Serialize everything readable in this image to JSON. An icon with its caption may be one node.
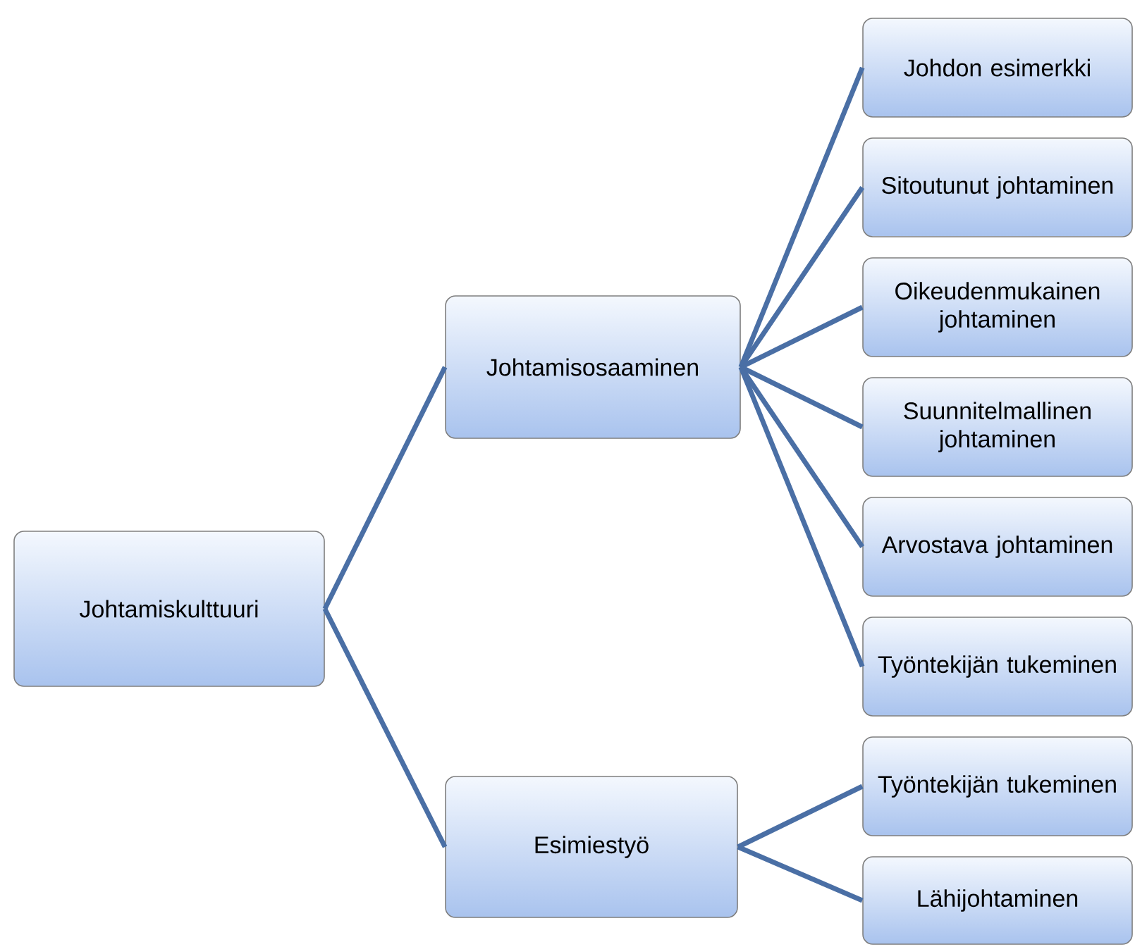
{
  "diagram": {
    "nodes": [
      {
        "text": [
          "Johtamiskulttuuri"
        ]
      },
      {
        "text": [
          "Johtamisosaaminen"
        ]
      },
      {
        "text": [
          "Esimiestyö"
        ]
      },
      {
        "text": [
          "Johdon esimerkki"
        ]
      },
      {
        "text": [
          "Sitoutunut johtaminen"
        ]
      },
      {
        "text": [
          "Oikeudenmukainen johtaminen"
        ]
      },
      {
        "text": [
          "Suunnitelmallinen johtaminen"
        ]
      },
      {
        "text": [
          "Arvostava johtaminen"
        ]
      },
      {
        "text": [
          "Työntekijän tukeminen"
        ]
      },
      {
        "text": [
          "Työntekijän tukeminen"
        ]
      },
      {
        "text": [
          "Lähijohtaminen"
        ]
      }
    ],
    "edges": [
      {
        "from": 0,
        "to": 1,
        "arrow": "none"
      },
      {
        "from": 0,
        "to": 2,
        "arrow": "none"
      },
      {
        "from": 1,
        "to": 3,
        "arrow": "none"
      },
      {
        "from": 1,
        "to": 4,
        "arrow": "none"
      },
      {
        "from": 1,
        "to": 5,
        "arrow": "none"
      },
      {
        "from": 1,
        "to": 6,
        "arrow": "none"
      },
      {
        "from": 1,
        "to": 7,
        "arrow": "none"
      },
      {
        "from": 1,
        "to": 8,
        "arrow": "none"
      },
      {
        "from": 2,
        "to": 9,
        "arrow": "none"
      },
      {
        "from": 2,
        "to": 10,
        "arrow": "none"
      }
    ]
  }
}
